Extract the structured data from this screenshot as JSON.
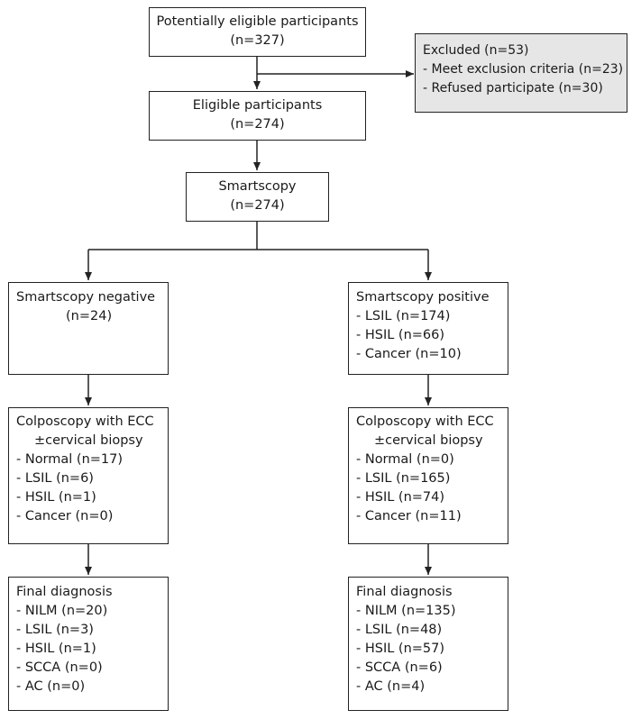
{
  "nodes": {
    "potentially_eligible": {
      "lines": [
        "Potentially eligible participants",
        "(n=327)"
      ]
    },
    "excluded": {
      "lines": [
        "Excluded (n=53)",
        "- Meet exclusion criteria (n=23)",
        "- Refused participate (n=30)"
      ]
    },
    "eligible": {
      "lines": [
        "Eligible participants",
        "(n=274)"
      ]
    },
    "smartscopy": {
      "lines": [
        "Smartscopy",
        "(n=274)"
      ]
    },
    "smartscopy_negative": {
      "lines": [
        "Smartscopy negative",
        "(n=24)"
      ]
    },
    "smartscopy_positive": {
      "lines": [
        "Smartscopy positive",
        "- LSIL (n=174)",
        "- HSIL (n=66)",
        "- Cancer (n=10)"
      ]
    },
    "colposcopy_left": {
      "lines": [
        "Colposcopy with ECC",
        "±cervical biopsy",
        "- Normal (n=17)",
        "- LSIL (n=6)",
        "- HSIL (n=1)",
        "- Cancer (n=0)"
      ]
    },
    "colposcopy_right": {
      "lines": [
        "Colposcopy with ECC",
        "±cervical biopsy",
        "- Normal (n=0)",
        "- LSIL (n=165)",
        "- HSIL (n=74)",
        "- Cancer (n=11)"
      ]
    },
    "final_left": {
      "lines": [
        "Final diagnosis",
        "- NILM (n=20)",
        "- LSIL (n=3)",
        "- HSIL (n=1)",
        "- SCCA (n=0)",
        "- AC (n=0)"
      ]
    },
    "final_right": {
      "lines": [
        "Final diagnosis",
        "- NILM (n=135)",
        "- LSIL (n=48)",
        "- HSIL (n=57)",
        "- SCCA (n=6)",
        "- AC (n=4)"
      ]
    }
  },
  "colors": {
    "line": "#222222",
    "excluded_fill": "#e6e6e6"
  }
}
